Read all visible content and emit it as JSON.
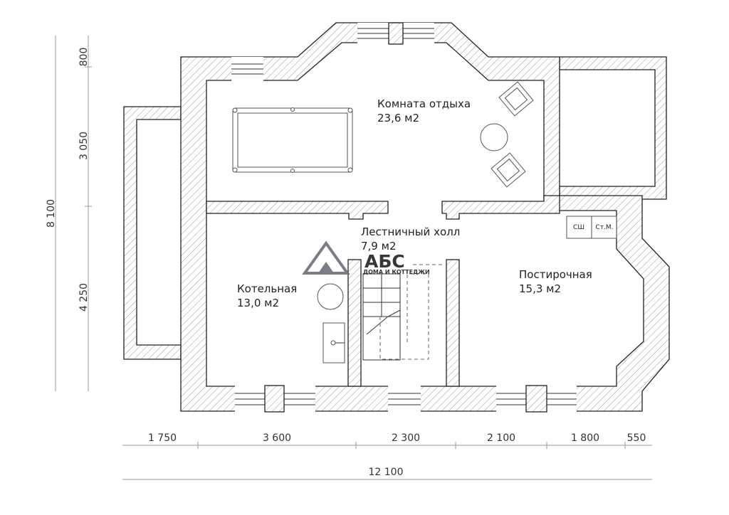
{
  "rooms": [
    {
      "name": "Комната отдыха",
      "area": "23,6 м2"
    },
    {
      "name": "Лестничный холл",
      "area": "7,9 м2"
    },
    {
      "name": "Котельная",
      "area": "13,0 м2"
    },
    {
      "name": "Постирочная",
      "area": "15,3 м2"
    }
  ],
  "appliances": {
    "dryer": "СШ",
    "washer": "Ст.М."
  },
  "dimensions": {
    "vertical": [
      "800",
      "3 050",
      "4 250"
    ],
    "vertical_total": "8 100",
    "horizontal": [
      "1 750",
      "3 600",
      "2 300",
      "2 100",
      "1 800",
      "550"
    ],
    "horizontal_total": "12 100"
  },
  "logo": {
    "mark": "АБС",
    "tagline": "ДОМА И КОТТЕДЖИ"
  },
  "colors": {
    "wall_line": "#222222",
    "hatch": "#9a9a9a",
    "logo": "#6d6f7a"
  }
}
